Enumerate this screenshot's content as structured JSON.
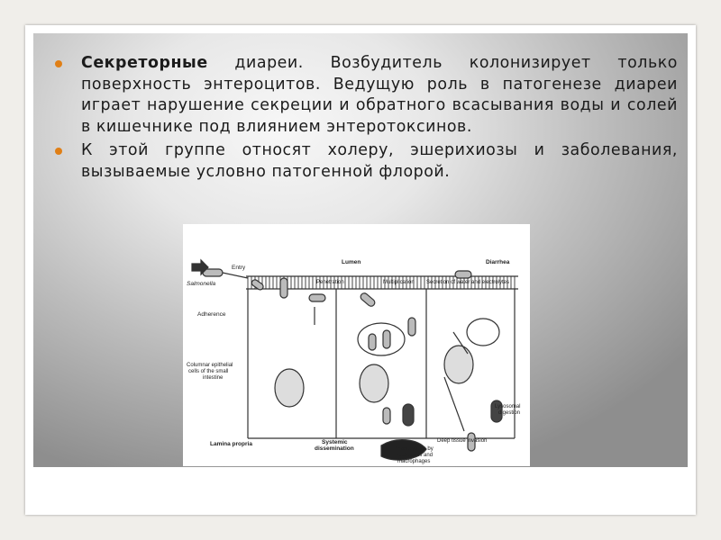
{
  "bullets": [
    {
      "bold": "Секреторные",
      "text": " диареи.  Возбудитель колонизирует только поверхность энтероцитов. Ведущую роль в патогенезе диареи играет нарушение секреции и обратного всасывания воды и солей в кишечнике под влиянием энтеротоксинов."
    },
    {
      "text": "К этой группе относят холеру, эшерихиозы и заболевания, вызываемые условно патогенной флорой."
    }
  ],
  "figure_labels": {
    "entry": "Entry",
    "salmonella": "Salmonella",
    "lumen": "Lumen",
    "diarrhea": "Diarrhea",
    "penetration": "Penetration",
    "multiplication": "Multiplication",
    "secretion": "Secretion of water and electrolytes",
    "adherence": "Adherence",
    "columnar_1": "Columnar epithelial",
    "columnar_2": "cells of the small",
    "columnar_3": "intestine",
    "lysosomal_1": "Lysosomal",
    "lysosomal_2": "digestion",
    "deep": "Deep tissue invasion",
    "systemic_1": "Systemic",
    "systemic_2": "dissemination",
    "lamina": "Lamina propria",
    "phago_1": "Phagocytosis by",
    "phago_2": "neutrophils and",
    "phago_3": "macrophages"
  },
  "colors": {
    "bullet": "#e07f16"
  }
}
